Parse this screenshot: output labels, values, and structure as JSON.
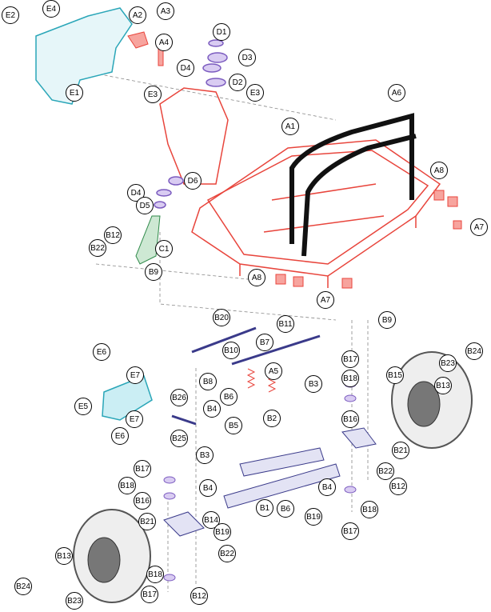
{
  "title": "Exploded parts diagram",
  "colors": {
    "frame": "#e8453c",
    "shroud": "#2aa6b8",
    "bearing": "#7b5bbf",
    "strap": "#111111",
    "green": "#2f8a4a",
    "line": "#444444"
  },
  "callouts": [
    "E2",
    "E4",
    "A2",
    "A3",
    "D1",
    "A4",
    "D3",
    "D4",
    "D2",
    "E1",
    "E3",
    "E3",
    "A6",
    "A1",
    "D6",
    "A8",
    "D4",
    "D5",
    "A7",
    "B12",
    "B22",
    "C1",
    "B9",
    "A8",
    "A7",
    "B11",
    "B9",
    "B20",
    "E6",
    "B7",
    "B10",
    "B17",
    "B24",
    "E7",
    "B8",
    "B3",
    "B23",
    "B15",
    "B18",
    "A5",
    "B26",
    "B6",
    "B13",
    "B4",
    "E5",
    "B16",
    "B2",
    "B5",
    "B25",
    "E7",
    "E6",
    "B21",
    "B3",
    "B17",
    "B22",
    "B4",
    "B4",
    "B18",
    "B12",
    "B1",
    "B6",
    "B16",
    "B18",
    "B14",
    "B19",
    "B21",
    "B17",
    "B19",
    "B22",
    "B13",
    "B18",
    "B12",
    "B17",
    "B24",
    "B23"
  ]
}
